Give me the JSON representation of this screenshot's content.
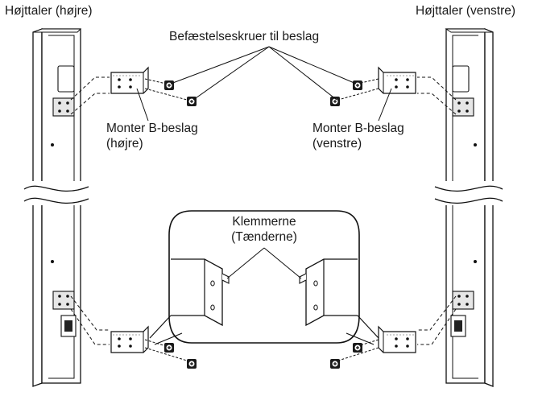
{
  "speaker_right_label": "Højttaler (højre)",
  "speaker_left_label": "Højttaler (venstre)",
  "screws_label": "Befæstelseskruer til beslag",
  "bracket_right_line1": "Monter B-beslag",
  "bracket_right_line2": "(højre)",
  "bracket_left_line1": "Monter B-beslag",
  "bracket_left_line2": "(venstre)",
  "clamps_line1": "Klemmerne",
  "clamps_line2": "(Tænderne)"
}
